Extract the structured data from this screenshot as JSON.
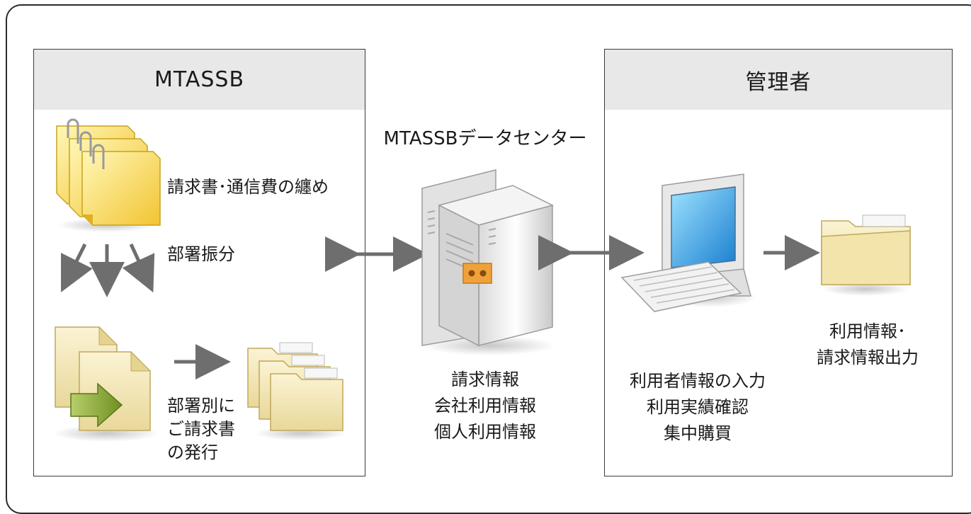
{
  "left_panel": {
    "title": "MTASSB",
    "step1_label": "請求書･通信費の纏め",
    "step2_label": "部署振分",
    "step3_lines": [
      "部署別に",
      "ご請求書",
      "の発行"
    ]
  },
  "center": {
    "title": "MTASSBデータセンター",
    "lines": [
      "請求情報",
      "会社利用情報",
      "個人利用情報"
    ]
  },
  "right_panel": {
    "title": "管理者",
    "pc_lines": [
      "利用者情報の入力",
      "利用実績確認",
      "集中購買"
    ],
    "output_lines": [
      "利用情報･",
      "請求情報出力"
    ]
  },
  "icons": [
    "clipped-documents-icon",
    "document-export-icon",
    "folder-stack-icon",
    "server-icon",
    "computer-icon",
    "folder-icon"
  ],
  "colors": {
    "arrow": "#6e6e6e",
    "header_bg": "#e8e8e8",
    "folder_yellow": "#f5d94a",
    "export_green": "#7a9a2e"
  }
}
